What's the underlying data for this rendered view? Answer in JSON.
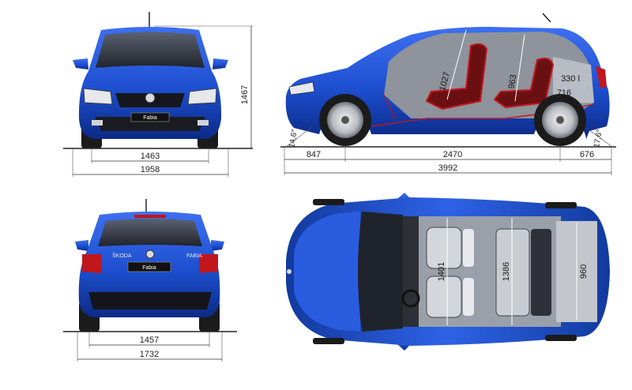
{
  "front_view": {
    "height": "1467",
    "track": "1463",
    "width": "1958",
    "plate": "Fabia"
  },
  "side_view": {
    "front_overhang": "847",
    "wheelbase": "2470",
    "rear_overhang": "676",
    "length": "3992",
    "approach_angle": "14,6°",
    "departure_angle": "17,6°",
    "front_headroom": "1027",
    "rear_headroom": "963",
    "boot_volume": "330 l",
    "boot_length": "716"
  },
  "rear_view": {
    "track": "1457",
    "width": "1732",
    "plate": "Fabia",
    "badge_left": "ŠKODA",
    "badge_right": "FABIA"
  },
  "top_view": {
    "front_elbow": "1401",
    "rear_elbow": "1386",
    "boot_width": "960"
  },
  "colors": {
    "body": "#1d4fd0",
    "body_dark": "#0e2f8f",
    "body_light": "#4f7ef0",
    "glass": "#2a2f3a",
    "tyre": "#1b1b1b",
    "interior": "#7a7f88",
    "seat_red": "#c0161c"
  }
}
